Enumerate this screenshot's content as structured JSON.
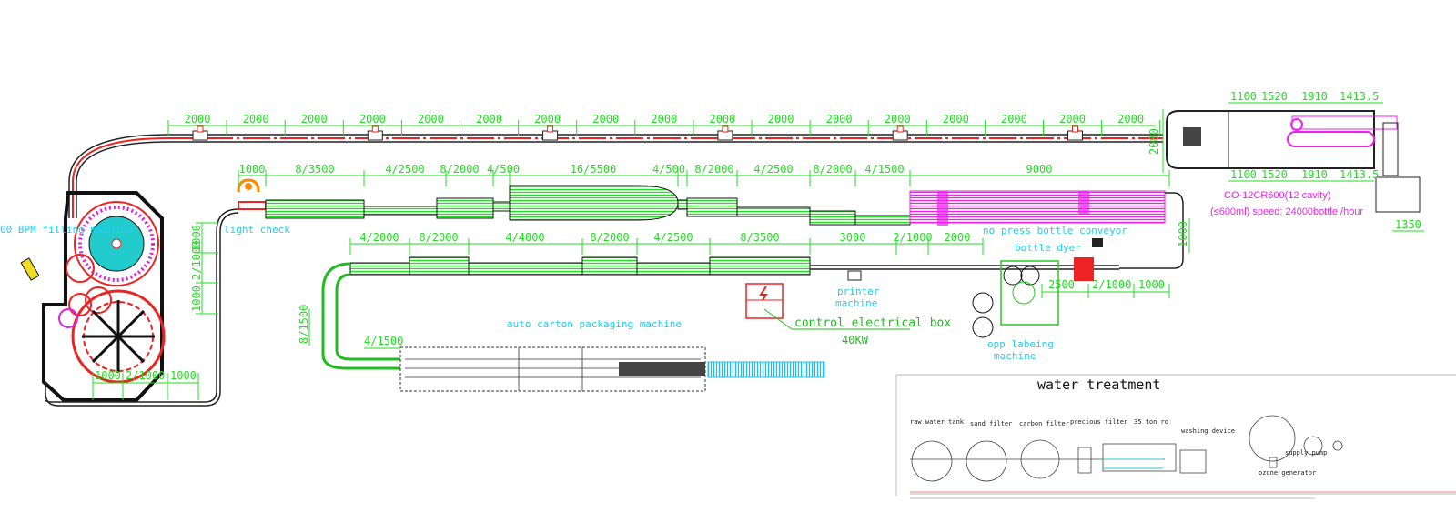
{
  "colors": {
    "dimension": "#22dd22",
    "label": "#22ccee",
    "air_conveyor_centerline": "#ee2222",
    "blow_molder": "#ee22ee",
    "outline": "#222222",
    "electrical": "#ee2222",
    "carton_outfeed": "#22bbee"
  },
  "top_conveyor": {
    "dims": [
      "2000",
      "2000",
      "2000",
      "2000",
      "2000",
      "2000",
      "2000",
      "2000",
      "2000",
      "2000",
      "2000",
      "2000",
      "2000",
      "2000",
      "2000",
      "2000",
      "2000"
    ],
    "vertical_dim": "2080"
  },
  "filling": {
    "label": "00 BPM filling machine"
  },
  "light_check": {
    "label": "light check"
  },
  "row2": {
    "dims": [
      "1000",
      "8/3500",
      "4/2500",
      "8/2000",
      "4/500",
      "16/5500",
      "4/500",
      "8/2000",
      "4/2500",
      "8/2000",
      "4/1500",
      "9000"
    ]
  },
  "left_vertical_dims": [
    "1000",
    "2/1000",
    "1000"
  ],
  "bottom_return_dims": [
    "1000",
    "2/1000",
    "1000"
  ],
  "row3": {
    "dims": [
      "4/2000",
      "8/2000",
      "4/4000",
      "8/2000",
      "4/2500",
      "8/3500",
      "3000",
      "2/1000",
      "2000"
    ],
    "lower_dims": [
      "2500",
      "2/1000",
      "1000"
    ],
    "right_vertical": "1000"
  },
  "carton": {
    "label": "auto carton packaging machine",
    "curve_dim": "8/1500",
    "infeed_dim": "4/1500"
  },
  "control_box": {
    "label": "control electrical box",
    "power": "40KW"
  },
  "printer": {
    "label_1": "printer",
    "label_2": "machine"
  },
  "no_press": {
    "label": "no press bottle conveyor"
  },
  "dryer": {
    "label": "bottle dyer"
  },
  "labeler": {
    "label_1": "opp labeing",
    "label_2": "machine"
  },
  "blow_molder": {
    "top_dims": [
      "1100",
      "1520",
      "1910",
      "1413.5"
    ],
    "bottom_dims": [
      "1100",
      "1520",
      "1910",
      "1413.5"
    ],
    "side_dim": "1350",
    "model": "CO-12CR600(12 cavity)",
    "speed": "(≤600ml) speed: 24000bottle /hour"
  },
  "water_treatment": {
    "title": "water treatment",
    "items": [
      "raw water tank",
      "sand filter",
      "carbon filter",
      "precious filter",
      "35 ton ro",
      "washing device",
      "supply pump",
      "ozone generator"
    ]
  }
}
